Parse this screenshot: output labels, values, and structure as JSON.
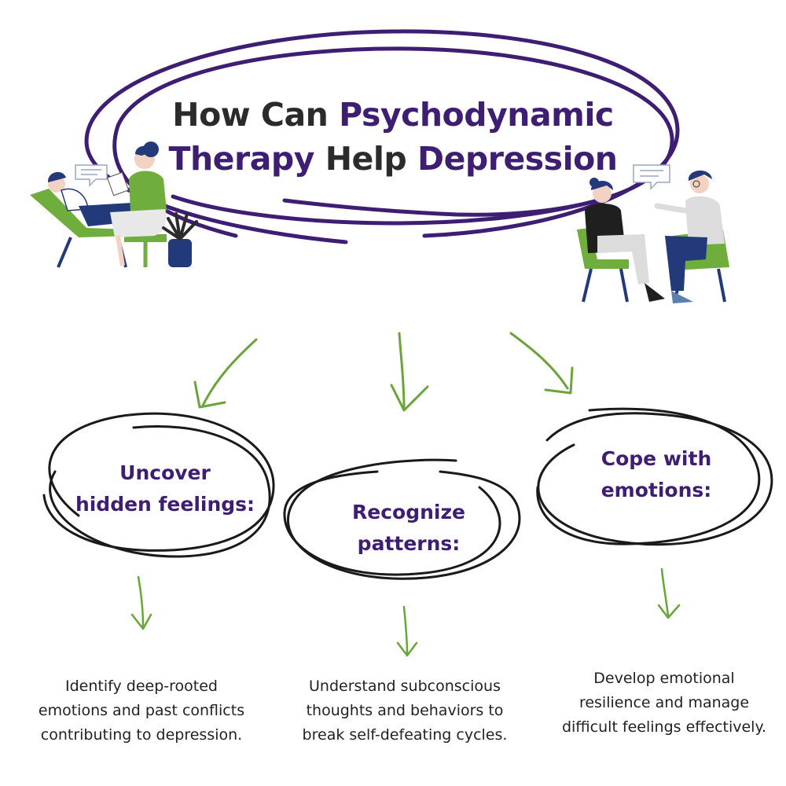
{
  "title": {
    "line1_plain": "How Can",
    "line1_accent": "Psychodynamic",
    "line2_accent_a": "Therapy",
    "line2_plain": "Help",
    "line2_accent_b": "Depression"
  },
  "steps": [
    {
      "label_line1": "Uncover",
      "label_line2": "hidden feelings:",
      "desc_line1": "Identify deep-rooted",
      "desc_line2": "emotions and past conflicts",
      "desc_line3": "contributing to depression."
    },
    {
      "label_line1": "Recognize",
      "label_line2": "patterns:",
      "desc_line1": "Understand subconscious",
      "desc_line2": "thoughts and behaviors to",
      "desc_line3": "break self-defeating cycles."
    },
    {
      "label_line1": "Cope with",
      "label_line2": "emotions:",
      "desc_line1": "Develop emotional",
      "desc_line2": "resilience and manage",
      "desc_line3": "difficult feelings effectively."
    }
  ],
  "colors": {
    "accent_purple": "#3d1e73",
    "text_dark": "#2b2b2b",
    "arrow_green": "#6aa53a",
    "figure_green": "#6fae3c",
    "figure_navy": "#233a7a",
    "scribble_black": "#1a1a1a"
  }
}
